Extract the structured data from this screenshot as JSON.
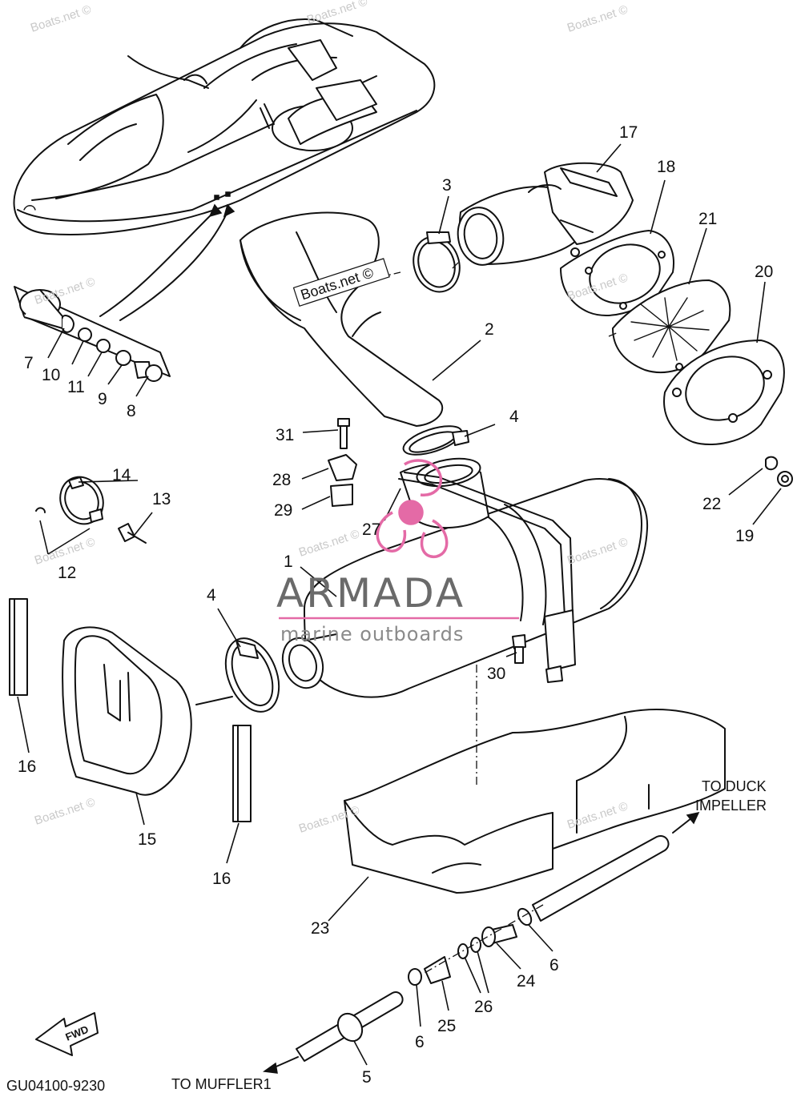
{
  "diagram": {
    "code": "GU04100-9230",
    "notes": {
      "duck_impeller": [
        "TO DUCK",
        "IMPELLER"
      ],
      "to_muffler": "TO MUFFLER1"
    },
    "fwd_label": "FWD",
    "callouts": {
      "n1": "1",
      "n2": "2",
      "n3": "3",
      "n4a": "4",
      "n4b": "4",
      "n5": "5",
      "n6a": "6",
      "n6b": "6",
      "n7": "7",
      "n8": "8",
      "n9": "9",
      "n10": "10",
      "n11": "11",
      "n12": "12",
      "n13": "13",
      "n14": "14",
      "n15": "15",
      "n16a": "16",
      "n16b": "16",
      "n17": "17",
      "n18": "18",
      "n19": "19",
      "n20": "20",
      "n21": "21",
      "n22": "22",
      "n23": "23",
      "n24": "24",
      "n25": "25",
      "n26": "26",
      "n27": "27",
      "n28": "28",
      "n29": "29",
      "n30": "30",
      "n31": "31"
    }
  },
  "watermarks": {
    "boats_net": "Boats.net ©",
    "brand_name": "ARMADA",
    "brand_tagline": "marine outboards"
  },
  "colors": {
    "line": "#111111",
    "logo_pink": "#e46aa6",
    "brand_gray": "#6a6a6a",
    "watermark_gray": "#c9c9c9"
  }
}
